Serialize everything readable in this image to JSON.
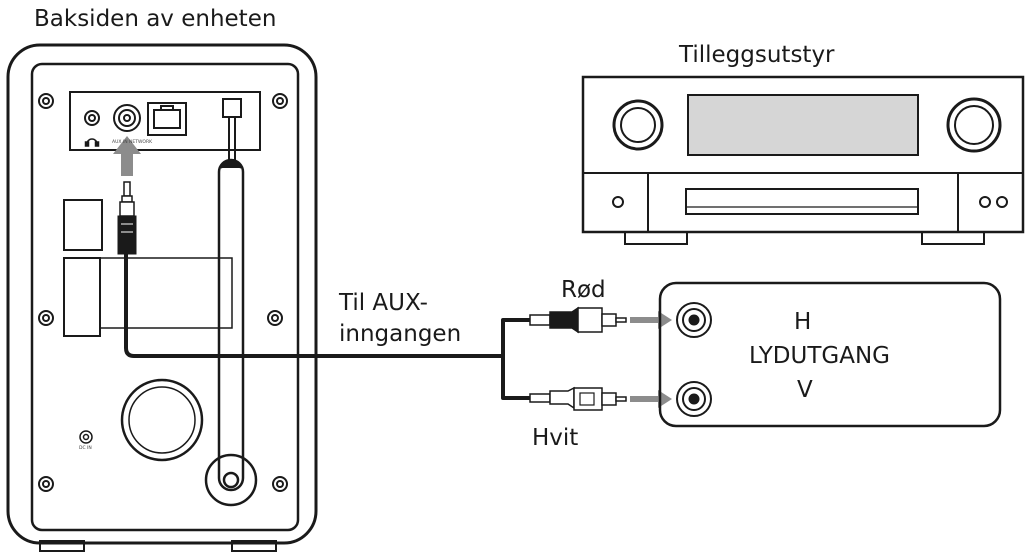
{
  "title": "Baksiden av enheten",
  "device_labels": {
    "equipment": "Tilleggsutstyr",
    "aux_line1": "Til AUX-",
    "aux_line2": "inngangen",
    "red": "Rød",
    "white": "Hvit",
    "out_h": "H",
    "out_main": "LYDUTGANG",
    "out_v": "V",
    "panel_small_text": "AUX IN   NETWORK",
    "dc_in": "DC IN"
  },
  "colors": {
    "line": "#1a1a1a",
    "grey_arrow": "#8c8c8c",
    "screen": "#d6d6d6",
    "background": "#ffffff"
  }
}
